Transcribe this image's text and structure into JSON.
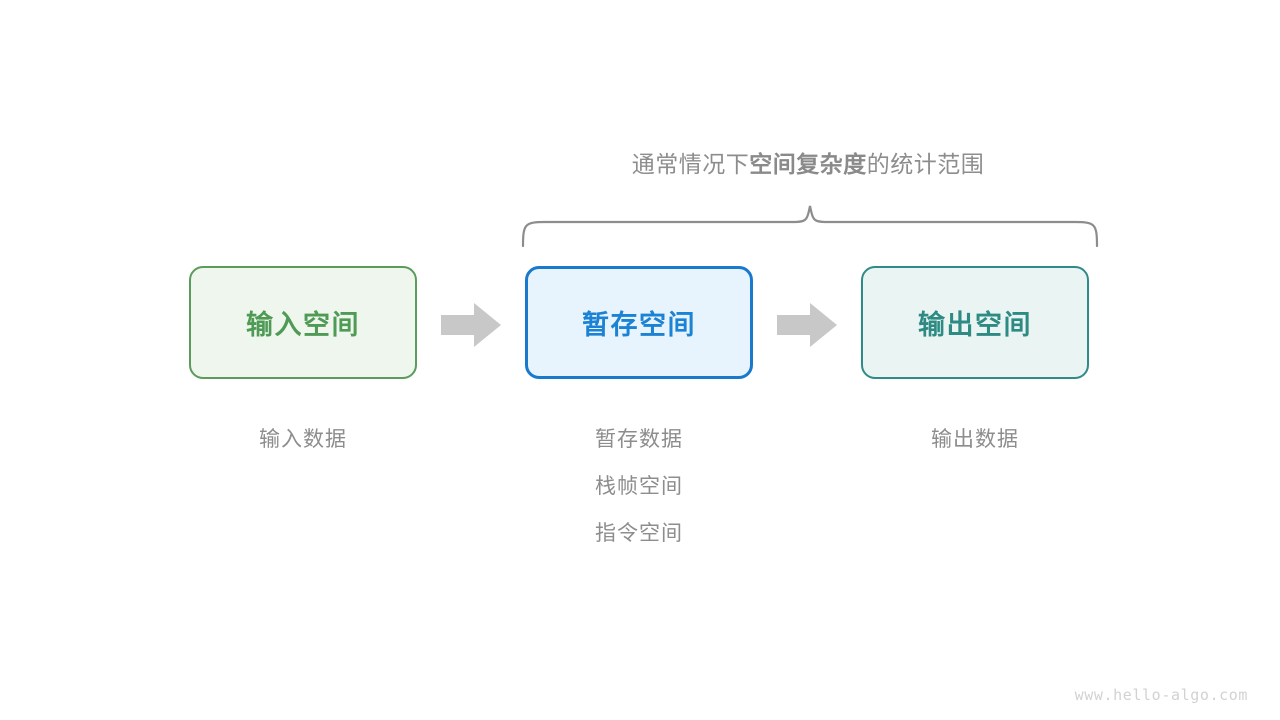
{
  "diagram": {
    "brace_caption": {
      "segments": [
        {
          "text": "通常情况下",
          "bold": false
        },
        {
          "text": "空间复杂度",
          "bold": true
        },
        {
          "text": "的统计范围",
          "bold": false
        }
      ],
      "full_text": "通常情况下空间复杂度的统计范围",
      "color": "#8d8d8d"
    },
    "brace": {
      "color": "#8d8d8d",
      "spans_boxes": [
        "暂存空间",
        "输出空间"
      ]
    },
    "boxes": [
      {
        "label": "输入空间",
        "fill": "#eef6ee",
        "border": "#5b9b5b",
        "text_color": "#4f9b55"
      },
      {
        "label": "暂存空间",
        "fill": "#e8f4fd",
        "border": "#1879cd",
        "text_color": "#1c83d4"
      },
      {
        "label": "输出空间",
        "fill": "#eaf4f2",
        "border": "#2f8b89",
        "text_color": "#2e8b84"
      }
    ],
    "arrows": [
      {
        "direction": "right",
        "color": "#c8c8c8"
      },
      {
        "direction": "right",
        "color": "#c8c8c8"
      }
    ],
    "captions": [
      {
        "lines": [
          "输入数据"
        ]
      },
      {
        "lines": [
          "暂存数据",
          "栈帧空间",
          "指令空间"
        ]
      },
      {
        "lines": [
          "输出数据"
        ]
      }
    ],
    "watermark": "www.hello-algo.com"
  }
}
